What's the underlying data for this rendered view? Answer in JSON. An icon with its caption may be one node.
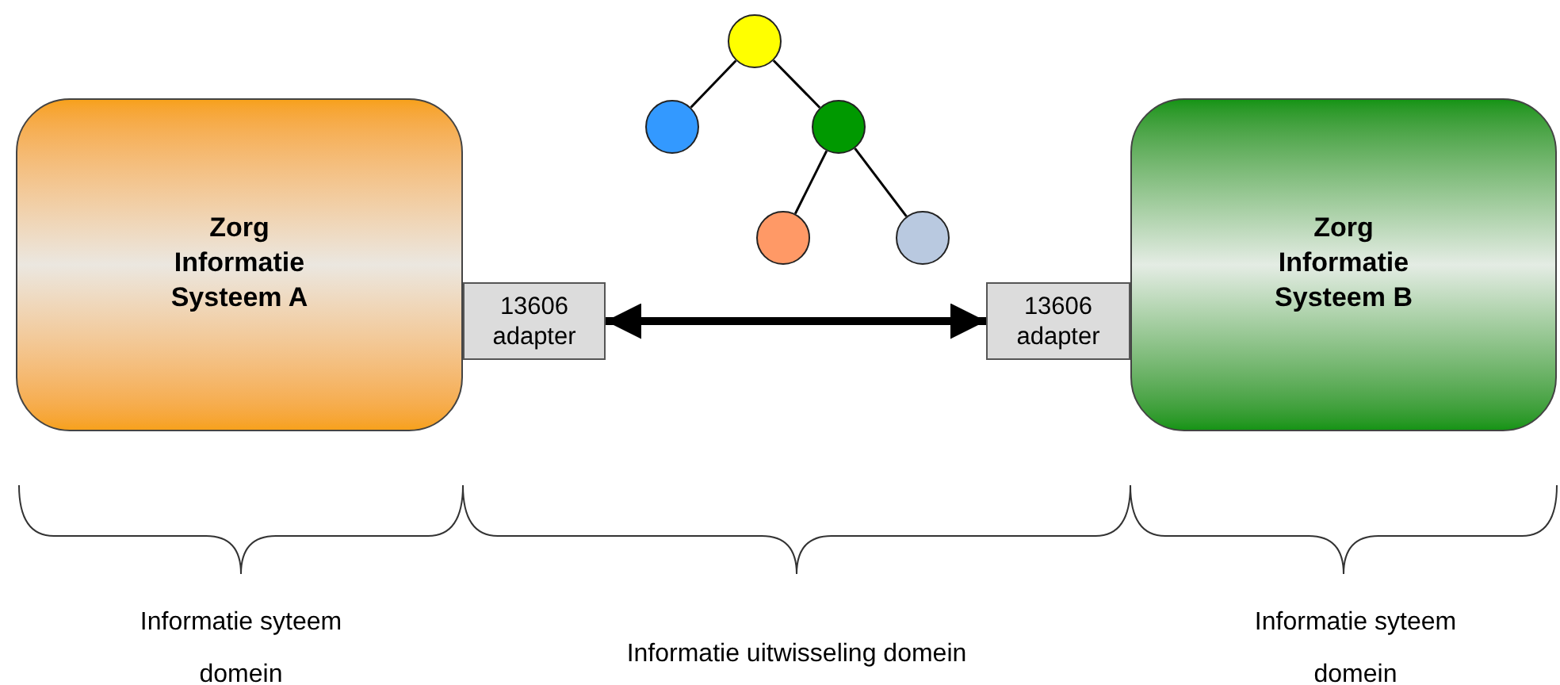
{
  "diagram": {
    "nodes": [
      {
        "text": [
          "Zorg Informatie Systeem A"
        ]
      },
      {
        "text": [
          "13606 adapter"
        ]
      },
      {
        "text": [
          "13606 adapter"
        ]
      },
      {
        "text": [
          "Zorg Informatie Systeem B"
        ]
      },
      {
        "text": [],
        "shape": "circle"
      },
      {
        "text": [],
        "shape": "circle"
      },
      {
        "text": [],
        "shape": "circle"
      },
      {
        "text": [],
        "shape": "circle"
      },
      {
        "text": [],
        "shape": "circle"
      }
    ],
    "edges": [
      {
        "from": 1,
        "to": 2,
        "arrow": "both",
        "style": "thick"
      },
      {
        "from": 4,
        "to": 5,
        "arrow": "none"
      },
      {
        "from": 4,
        "to": 6,
        "arrow": "none"
      },
      {
        "from": 6,
        "to": 7,
        "arrow": "none"
      },
      {
        "from": 6,
        "to": 8,
        "arrow": "none"
      }
    ],
    "labels": [
      "Informatie syteem domein",
      "Informatie uitwisseling domein",
      "Informatie syteem domein"
    ]
  }
}
